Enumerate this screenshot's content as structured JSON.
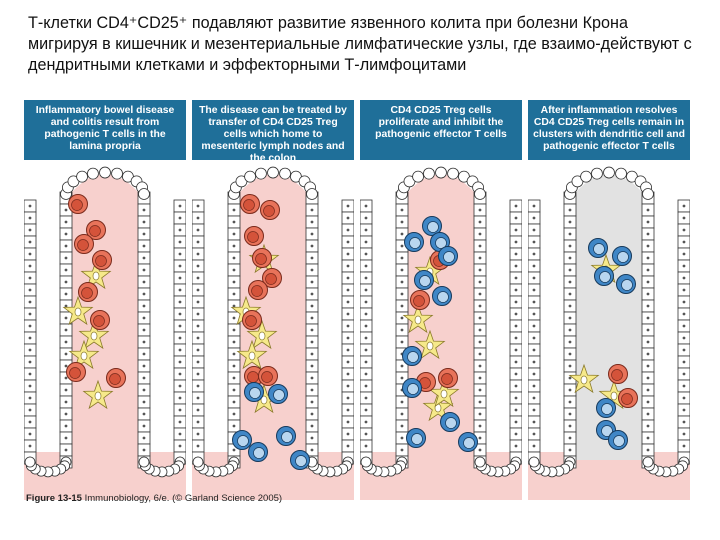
{
  "title": "Т-клетки CD4⁺CD25⁺ подавляют развитие язвенного колита при болезни Крона мигрируя в кишечник и мезентериальные лимфатические узлы, где взаимо-действуют с дендритными клетками и эффекторными Т-лимфоцитами",
  "panels": [
    {
      "header": "Inflammatory bowel disease and colitis result from pathogenic T cells in the lamina propria",
      "background": "pink"
    },
    {
      "header": "The disease can be treated by transfer of CD4 CD25 Treg cells which home to mesenteric lymph nodes and the colon",
      "background": "pink"
    },
    {
      "header": "CD4 CD25 Treg cells proliferate and inhibit the pathogenic effector T cells",
      "background": "pink"
    },
    {
      "header": "After inflammation resolves CD4 CD25 Treg cells remain in clusters with dendritic cell and pathogenic effector T cells",
      "background": "grey"
    }
  ],
  "caption": {
    "figure_label": "Figure 13-15",
    "source": "Immunobiology, 6/e. (© Garland Science 2005)"
  },
  "colors": {
    "header_bg": "#1f6f99",
    "effector_cell": "#e8735a",
    "treg_cell": "#3f86c6",
    "dendritic_cell": "#f6e98a",
    "tissue_pink": "#f7d0cd",
    "tissue_grey": "#e2e2e2"
  }
}
